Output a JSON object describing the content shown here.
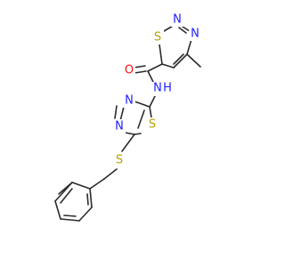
{
  "colors": {
    "carbon_bond": "#2b2b2b",
    "sulfur": "#b8a000",
    "nitrogen": "#2020ff",
    "oxygen": "#ff0d0d"
  },
  "atoms": [
    {
      "id": "S_tdz",
      "label": "S",
      "element": "S"
    },
    {
      "id": "N_tdz_1",
      "label": "N",
      "element": "N"
    },
    {
      "id": "N_tdz_2",
      "label": "N",
      "element": "N"
    },
    {
      "id": "O_amide",
      "label": "O",
      "element": "O"
    },
    {
      "id": "N_amide",
      "label": "N",
      "element": "N"
    },
    {
      "id": "H_amide",
      "label": "H",
      "element": "N"
    },
    {
      "id": "N_td_1",
      "label": "N",
      "element": "N"
    },
    {
      "id": "N_td_2",
      "label": "N",
      "element": "N"
    },
    {
      "id": "S_td_ring",
      "label": "S",
      "element": "S"
    },
    {
      "id": "S_thioether",
      "label": "S",
      "element": "S"
    }
  ]
}
